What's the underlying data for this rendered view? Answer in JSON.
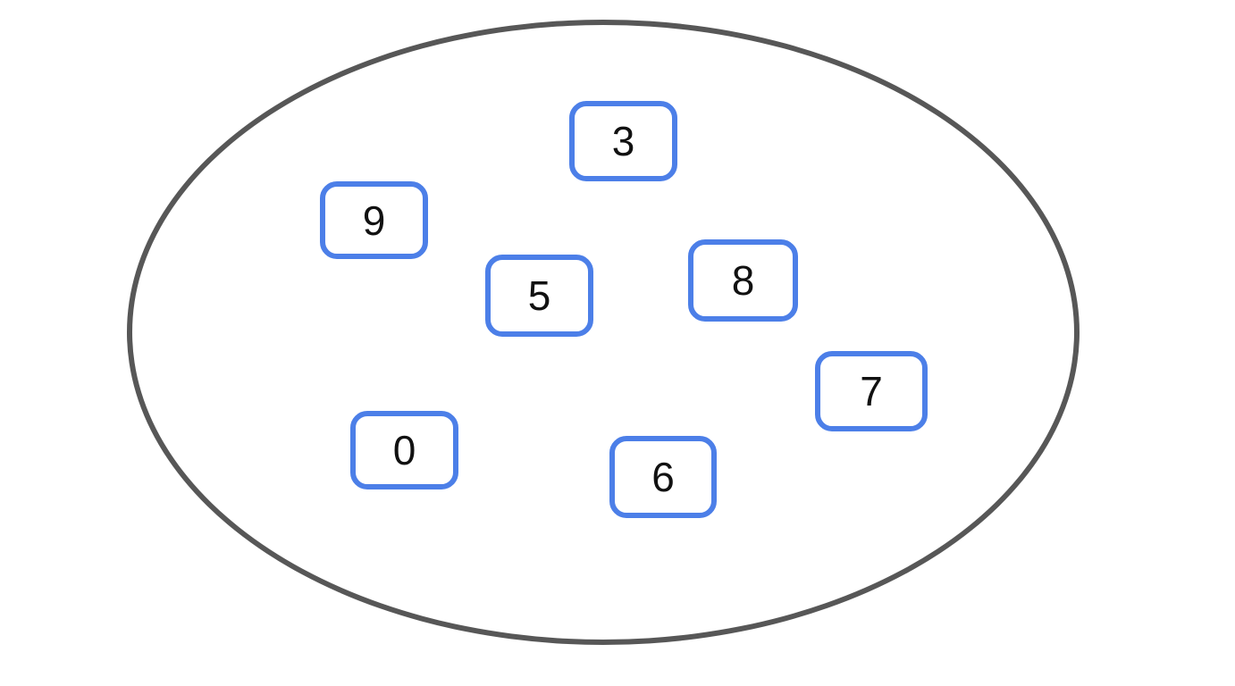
{
  "colors": {
    "background": "#ffffff",
    "ellipse_stroke": "#575757",
    "chip_border": "#4c7fe8",
    "chip_text": "#111111"
  },
  "set_diagram": {
    "chips": [
      {
        "label": "3"
      },
      {
        "label": "9"
      },
      {
        "label": "5"
      },
      {
        "label": "8"
      },
      {
        "label": "7"
      },
      {
        "label": "0"
      },
      {
        "label": "6"
      }
    ]
  }
}
